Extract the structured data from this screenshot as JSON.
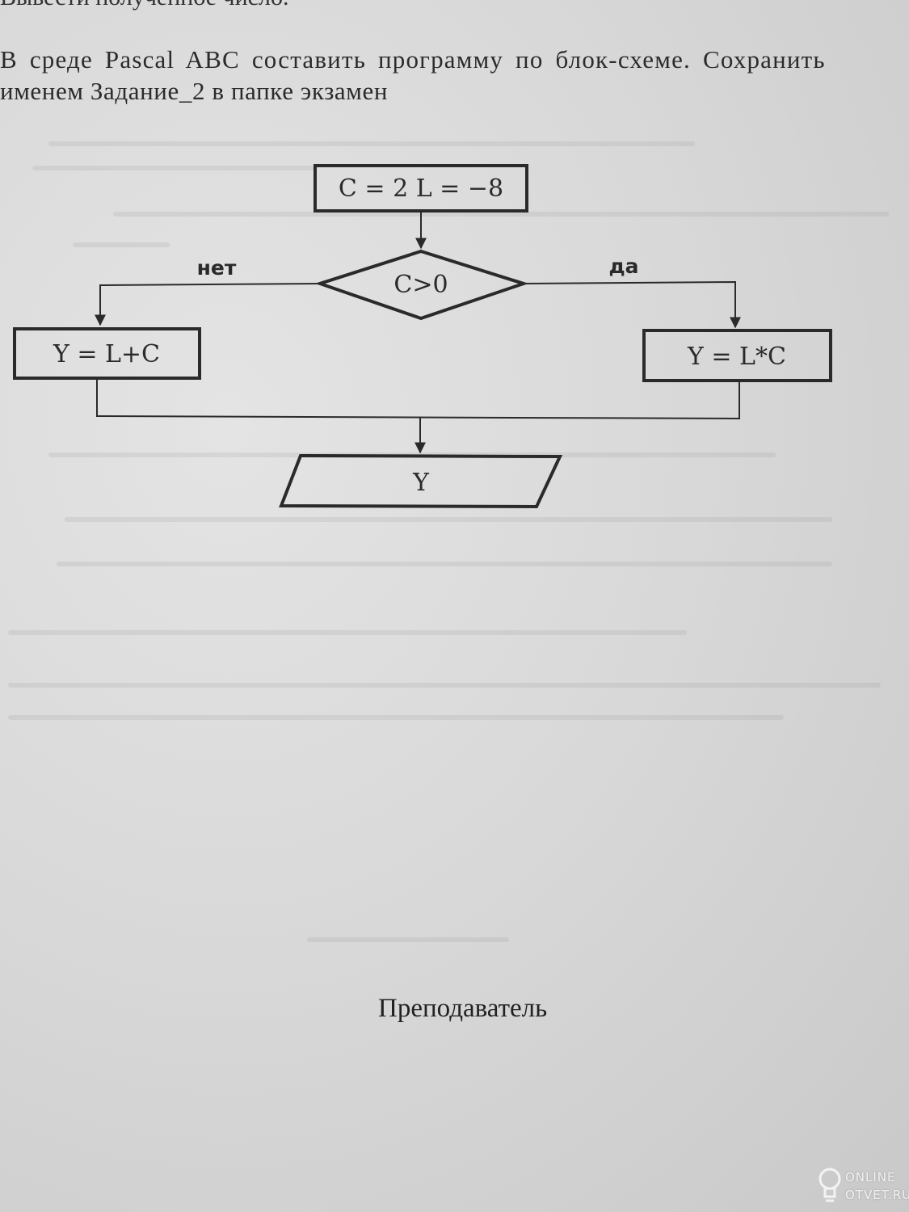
{
  "header": {
    "cut_line": "Вывести полученное число.",
    "task_line1": "В среде Pascal ABC составить программу по блок-схеме. Сохранить",
    "task_line2": "именем Задание_2 в папке экзамен"
  },
  "flowchart": {
    "start_block": "C = 2  L = −8",
    "condition": "C>0",
    "branch_no": "нет",
    "branch_yes": "да",
    "block_no": "Y = L+C",
    "block_yes": "Y = L*C",
    "output": "Y"
  },
  "footer": {
    "signature_label": "Преподаватель"
  },
  "watermark": {
    "line1": "ONLINE",
    "line2": "OTVET.RU"
  },
  "colors": {
    "ink": "#2a2a2a",
    "paper": "#d9d9d9"
  }
}
